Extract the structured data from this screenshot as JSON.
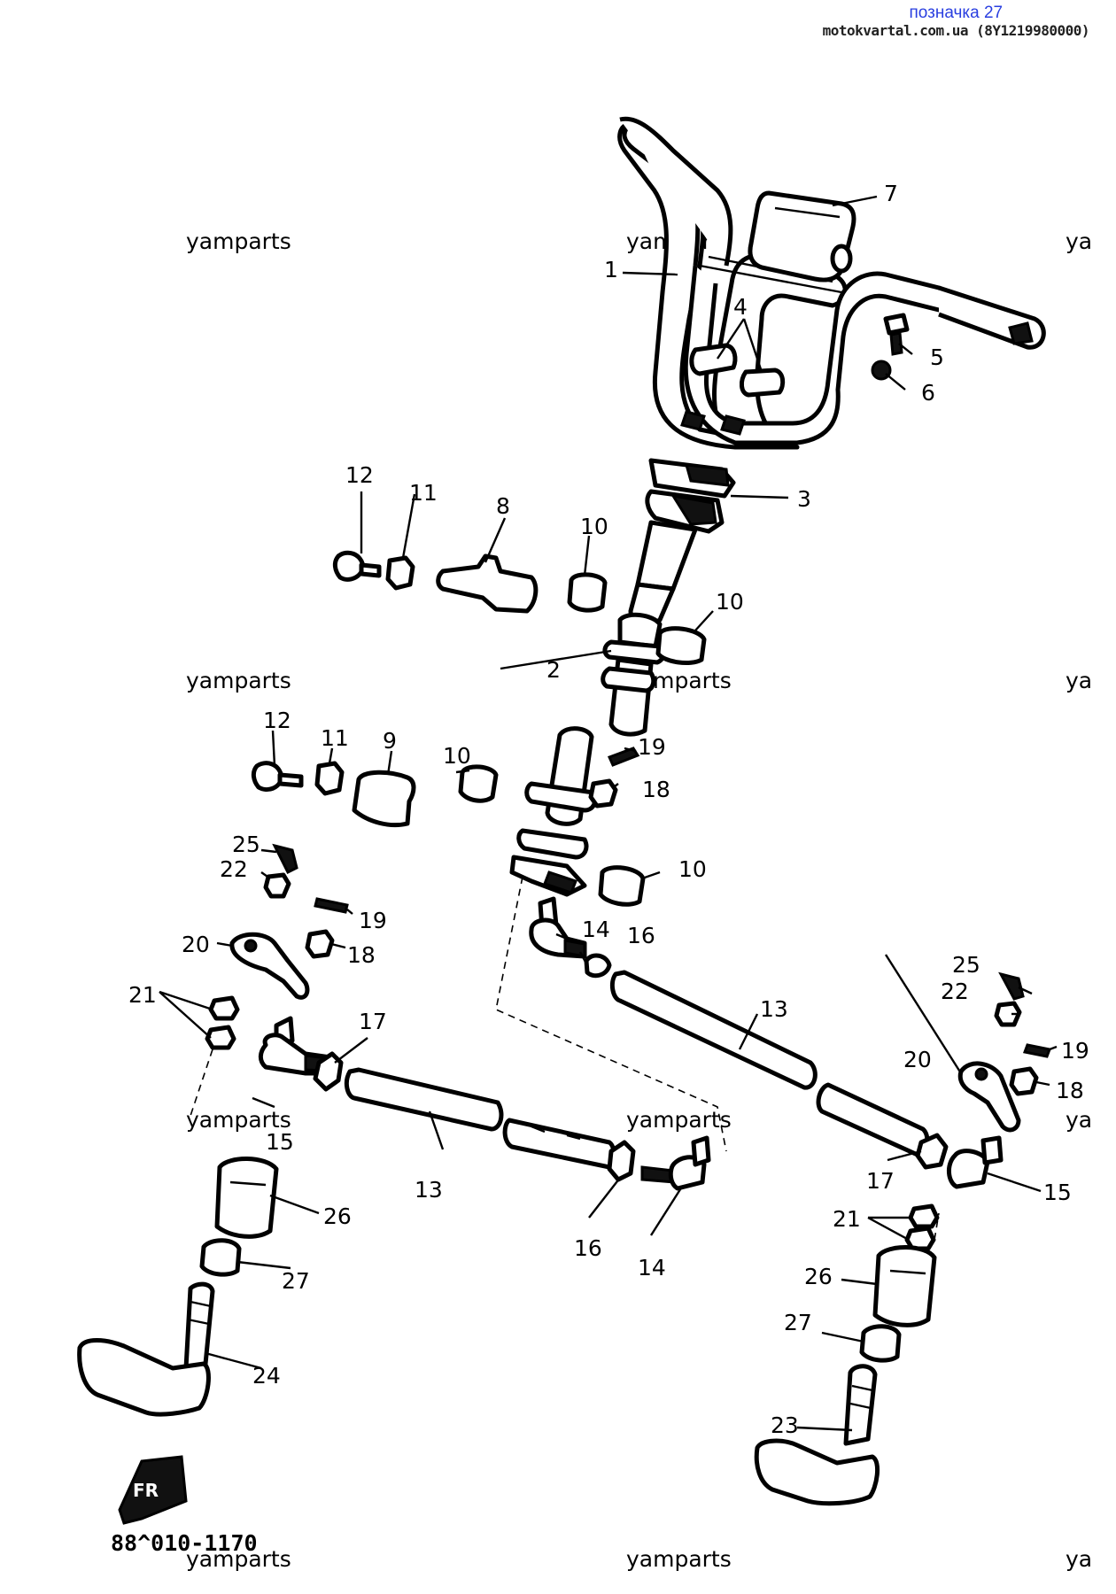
{
  "header": {
    "title": "позначка 27",
    "source": "motokvartal.com.ua (8Y1219980000)"
  },
  "watermark": "yamparts",
  "footer_code": "88^010-1170",
  "part_labels": [
    "1",
    "2",
    "3",
    "4",
    "5",
    "6",
    "7",
    "8",
    "9",
    "10",
    "11",
    "12",
    "13",
    "14",
    "15",
    "16",
    "17",
    "18",
    "19",
    "20",
    "21",
    "22",
    "23",
    "24",
    "25",
    "26",
    "27"
  ]
}
